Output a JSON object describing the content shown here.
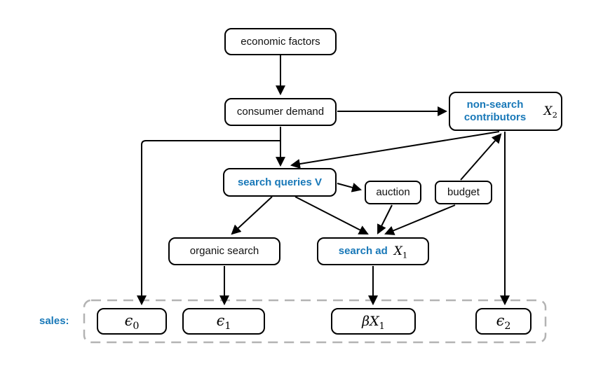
{
  "figure": {
    "accent_blue": "#1878b8",
    "box_border": "#000000",
    "dashed_box_color": "#b3b3b3",
    "sales_label": "sales:"
  },
  "nodes": {
    "economic_factors": {
      "label": "economic factors"
    },
    "consumer_demand": {
      "label": "consumer demand"
    },
    "non_search": {
      "label_line1": "non-search",
      "label_line2": "contributors",
      "var_main": "X",
      "var_sub": "2"
    },
    "search_queries": {
      "label": "search queries V"
    },
    "auction": {
      "label": "auction"
    },
    "budget": {
      "label": "budget"
    },
    "organic_search": {
      "label": "organic search"
    },
    "search_ad": {
      "label": "search ad",
      "var_main": "X",
      "var_sub": "1"
    },
    "sales_eps0": {
      "var_main": "ϵ",
      "var_sub": "0"
    },
    "sales_eps1": {
      "var_main": "ϵ",
      "var_sub": "1"
    },
    "sales_beta_x1": {
      "var_main": "βX",
      "var_sub": "1"
    },
    "sales_eps2": {
      "var_main": "ϵ",
      "var_sub": "2"
    }
  },
  "edges": [
    {
      "from": "economic factors",
      "to": "consumer demand"
    },
    {
      "from": "consumer demand",
      "to": "non-search contributors"
    },
    {
      "from": "consumer demand",
      "to": "search queries V"
    },
    {
      "from": "consumer demand",
      "to": "sales ϵ0"
    },
    {
      "from": "non-search contributors",
      "to": "search queries V"
    },
    {
      "from": "search queries V",
      "to": "auction"
    },
    {
      "from": "search queries V",
      "to": "organic search"
    },
    {
      "from": "search queries V",
      "to": "search ad"
    },
    {
      "from": "auction",
      "to": "search ad"
    },
    {
      "from": "budget",
      "to": "search ad"
    },
    {
      "from": "budget",
      "to": "non-search contributors"
    },
    {
      "from": "organic search",
      "to": "sales ϵ1"
    },
    {
      "from": "search ad",
      "to": "sales βX1"
    },
    {
      "from": "non-search contributors",
      "to": "sales ϵ2"
    }
  ]
}
